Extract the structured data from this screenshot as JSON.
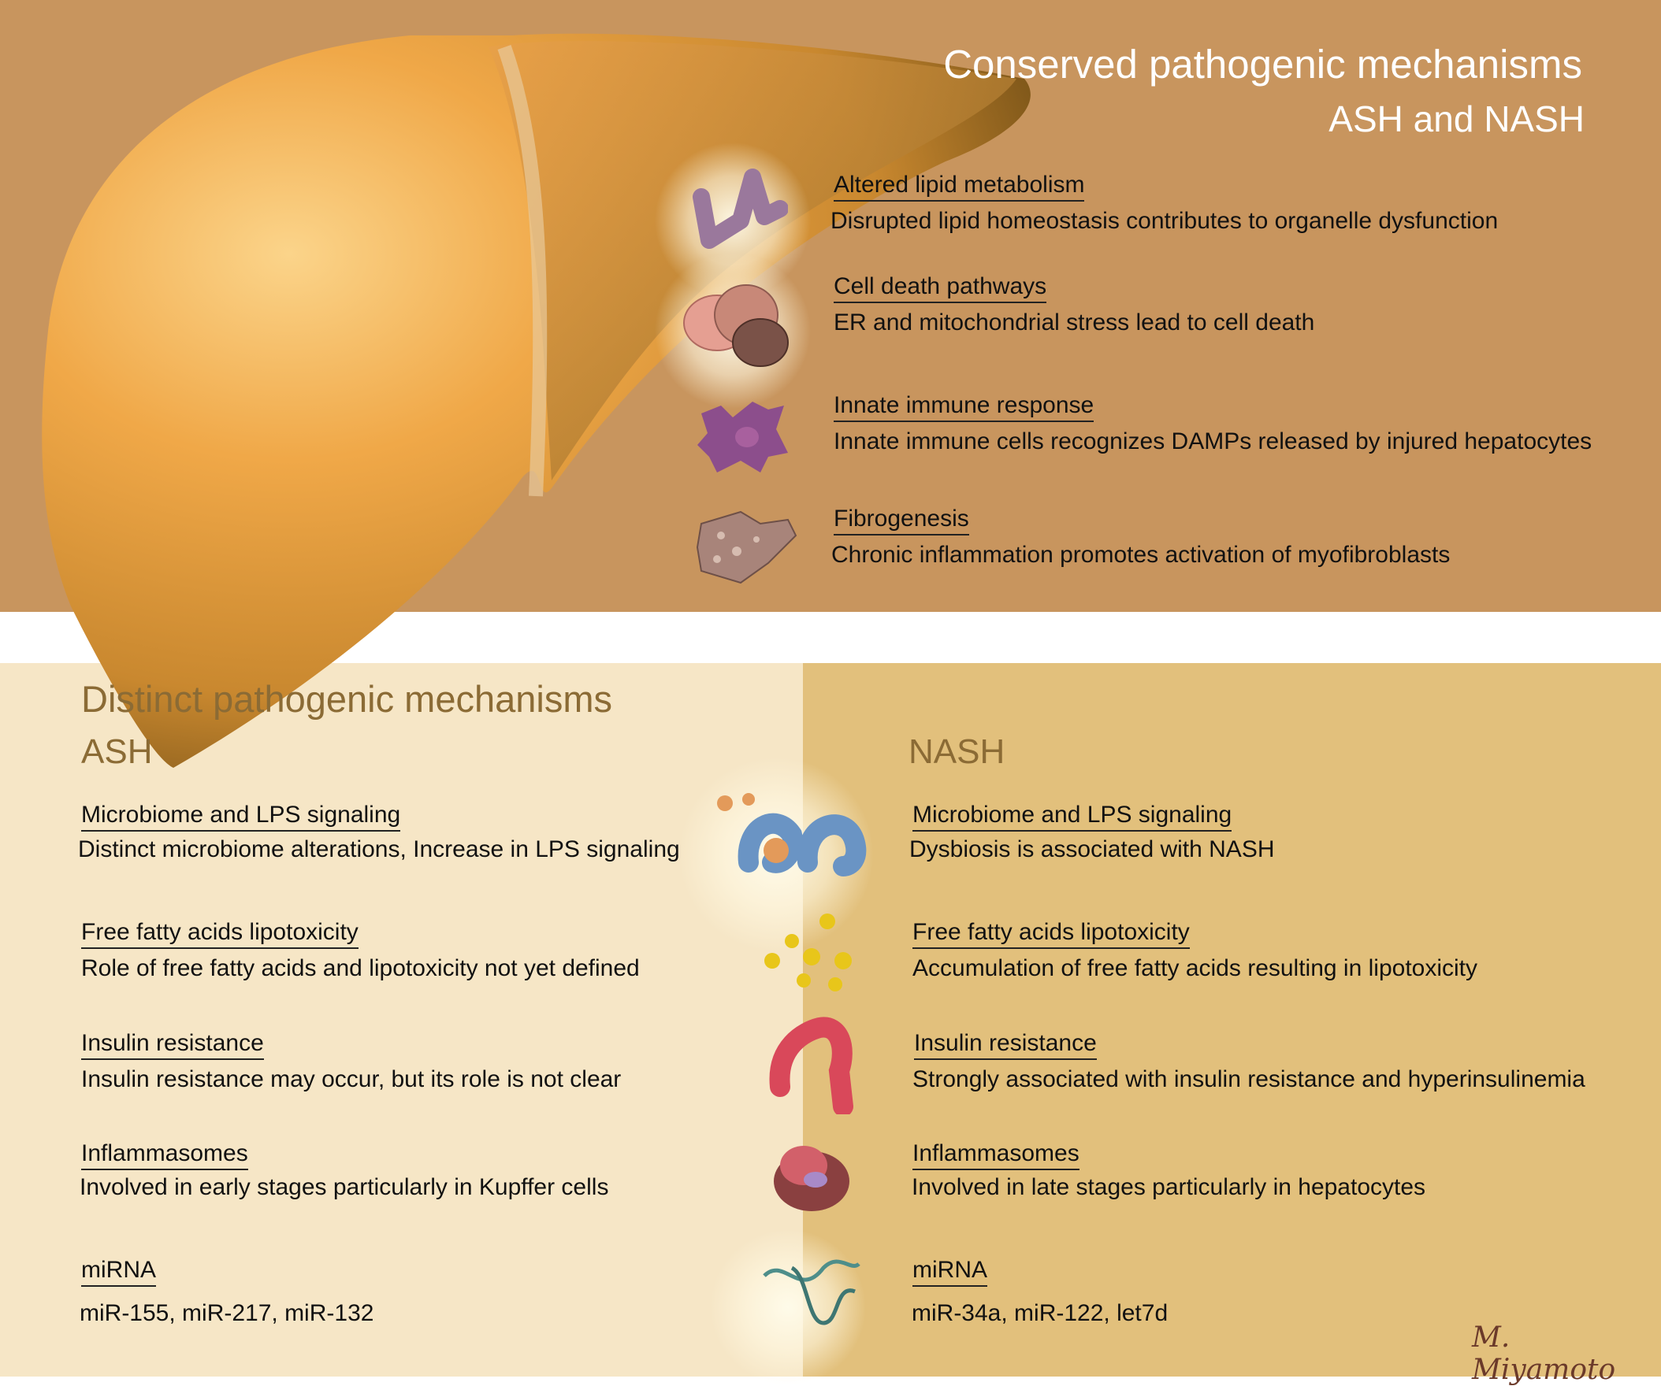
{
  "conserved": {
    "title": "Conserved pathogenic mechanisms",
    "subtitle": "ASH and NASH",
    "items": [
      {
        "heading": "Altered lipid metabolism",
        "description": "Disrupted lipid homeostasis contributes to organelle dysfunction",
        "icon": "lipid-molecule-icon"
      },
      {
        "heading": "Cell death pathways",
        "description": "ER and mitochondrial stress lead to cell death",
        "icon": "dying-cells-icon"
      },
      {
        "heading": "Innate immune response",
        "description": "Innate immune cells recognizes DAMPs released by injured hepatocytes",
        "icon": "immune-cell-icon"
      },
      {
        "heading": "Fibrogenesis",
        "description": "Chronic inflammation promotes activation of myofibroblasts",
        "icon": "fibrotic-tissue-icon"
      }
    ]
  },
  "distinct": {
    "title": "Distinct pathogenic mechanisms",
    "ash_label": "ASH",
    "nash_label": "NASH",
    "ash": [
      {
        "heading": "Microbiome and LPS signaling",
        "description": "Distinct microbiome alterations, Increase in LPS signaling"
      },
      {
        "heading": "Free fatty acids lipotoxicity",
        "description": "Role of free fatty acids and lipotoxicity not yet defined"
      },
      {
        "heading": "Insulin resistance",
        "description": "Insulin resistance may occur, but its role is not clear"
      },
      {
        "heading": "Inflammasomes",
        "description": "Involved in early stages particularly in Kupffer cells"
      },
      {
        "heading": "miRNA",
        "description": "miR-155, miR-217, miR-132"
      }
    ],
    "nash": [
      {
        "heading": "Microbiome and LPS signaling",
        "description": "Dysbiosis is associated with NASH"
      },
      {
        "heading": "Free fatty acids lipotoxicity",
        "description": "Accumulation of free fatty acids resulting in lipotoxicity"
      },
      {
        "heading": "Insulin resistance",
        "description": "Strongly associated with insulin resistance and hyperinsulinemia"
      },
      {
        "heading": "Inflammasomes",
        "description": "Involved in late stages particularly in hepatocytes"
      },
      {
        "heading": "miRNA",
        "description": "miR-34a, miR-122, let7d"
      }
    ]
  },
  "signature": "M. Miyamoto",
  "colors": {
    "top": "#C8955E",
    "ash_panel": "#F6E6C6",
    "nash_panel": "#E2C07C",
    "accent_text": "#8B6B35"
  }
}
